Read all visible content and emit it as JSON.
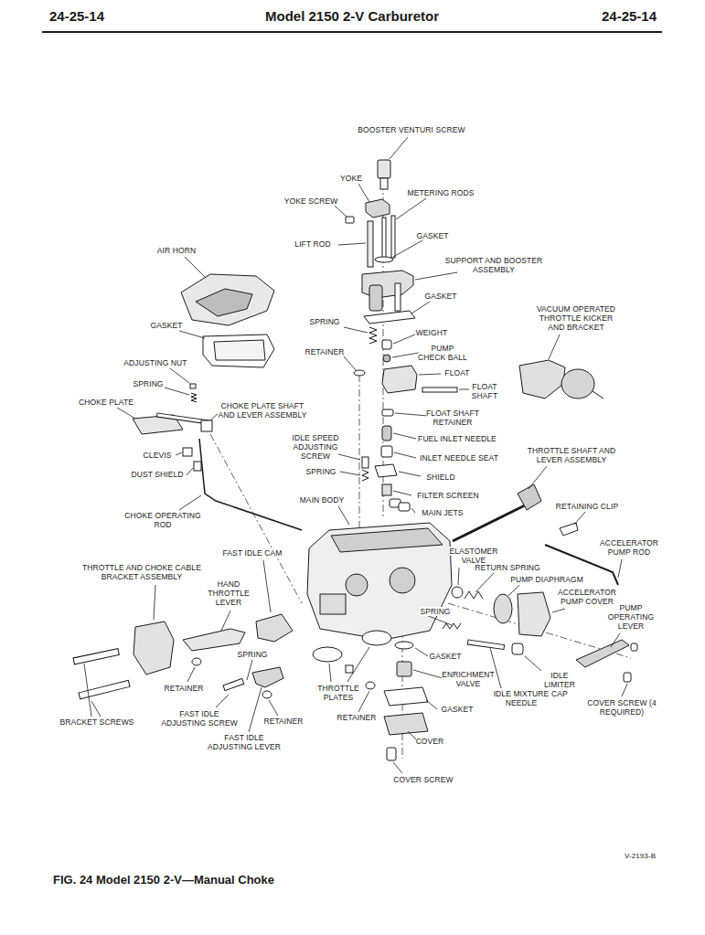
{
  "diagram": {
    "title": "Model 2150 2-V Carburetor",
    "caption": "FIG. 24 Model 2150 2-V—Manual Choke",
    "labels": [
      "24-25-14",
      "24-25-14",
      "BOOSTER VENTURI SCREW",
      "YOKE",
      "YOKE SCREW",
      "METERING RODS",
      "GASKET",
      "LIFT ROD",
      "AIR HORN",
      "SUPPORT AND BOOSTER ASSEMBLY",
      "GASKET",
      "VACUUM OPERATED THROTTLE KICKER AND BRACKET",
      "GASKET",
      "SPRING",
      "WEIGHT",
      "RETAINER",
      "PUMP CHECK BALL",
      "ADJUSTING NUT",
      "FLOAT",
      "SPRING",
      "FLOAT SHAFT",
      "CHOKE PLATE",
      "CHOKE PLATE SHAFT AND LEVER ASSEMBLY",
      "FLOAT SHAFT RETAINER",
      "IDLE SPEED ADJUSTING SCREW",
      "FUEL INLET NEEDLE",
      "CLEVIS",
      "INLET NEEDLE SEAT",
      "THROTTLE SHAFT AND LEVER ASSEMBLY",
      "DUST SHIELD",
      "SPRING",
      "SHIELD",
      "FILTER SCREEN",
      "MAIN BODY",
      "MAIN JETS",
      "CHOKE OPERATING ROD",
      "RETAINING CLIP",
      "FAST IDLE CAM",
      "ELASTOMER VALVE",
      "ACCELERATOR PUMP ROD",
      "THROTTLE AND CHOKE CABLE BRACKET ASSEMBLY",
      "RETURN SPRING",
      "PUMP DIAPHRAGM",
      "HAND THROTTLE LEVER",
      "ACCELERATOR PUMP COVER",
      "SPRING",
      "PUMP OPERATING LEVER",
      "GASKET",
      "SPRING",
      "ENRICHMENT VALVE",
      "IDLE LIMITER CAP",
      "RETAINER",
      "THROTTLE PLATES",
      "IDLE MIXTURE NEEDLE",
      "FAST IDLE ADJUSTING SCREW",
      "RETAINER",
      "RETAINER",
      "GASKET",
      "COVER SCREW (4 REQUIRED)",
      "BRACKET SCREWS",
      "FAST IDLE ADJUSTING LEVER",
      "COVER",
      "COVER SCREW",
      "V-2193-B"
    ]
  }
}
